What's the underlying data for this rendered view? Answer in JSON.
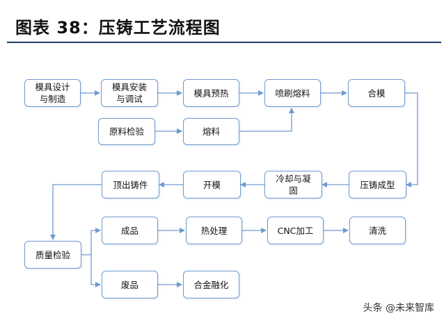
{
  "title": "图表 38：压铸工艺流程图",
  "nodes": {
    "mold_design": "模具设计\n与制造",
    "mold_install": "模具安装\n与调试",
    "mold_preheat": "模具预热",
    "spray_melt": "喷刷熔料",
    "close_mold": "合模",
    "raw_inspect": "原料检验",
    "melt": "熔料",
    "die_cast": "压铸成型",
    "cool_solidify": "冷却与凝\n固",
    "open_mold": "开模",
    "eject_casting": "顶出铸件",
    "quality_check": "质量检验",
    "finished": "成品",
    "heat_treat": "热处理",
    "cnc": "CNC加工",
    "clean": "清洗",
    "scrap": "废品",
    "alloy_melt": "合金融化"
  },
  "watermark": "头条 @未来智库"
}
